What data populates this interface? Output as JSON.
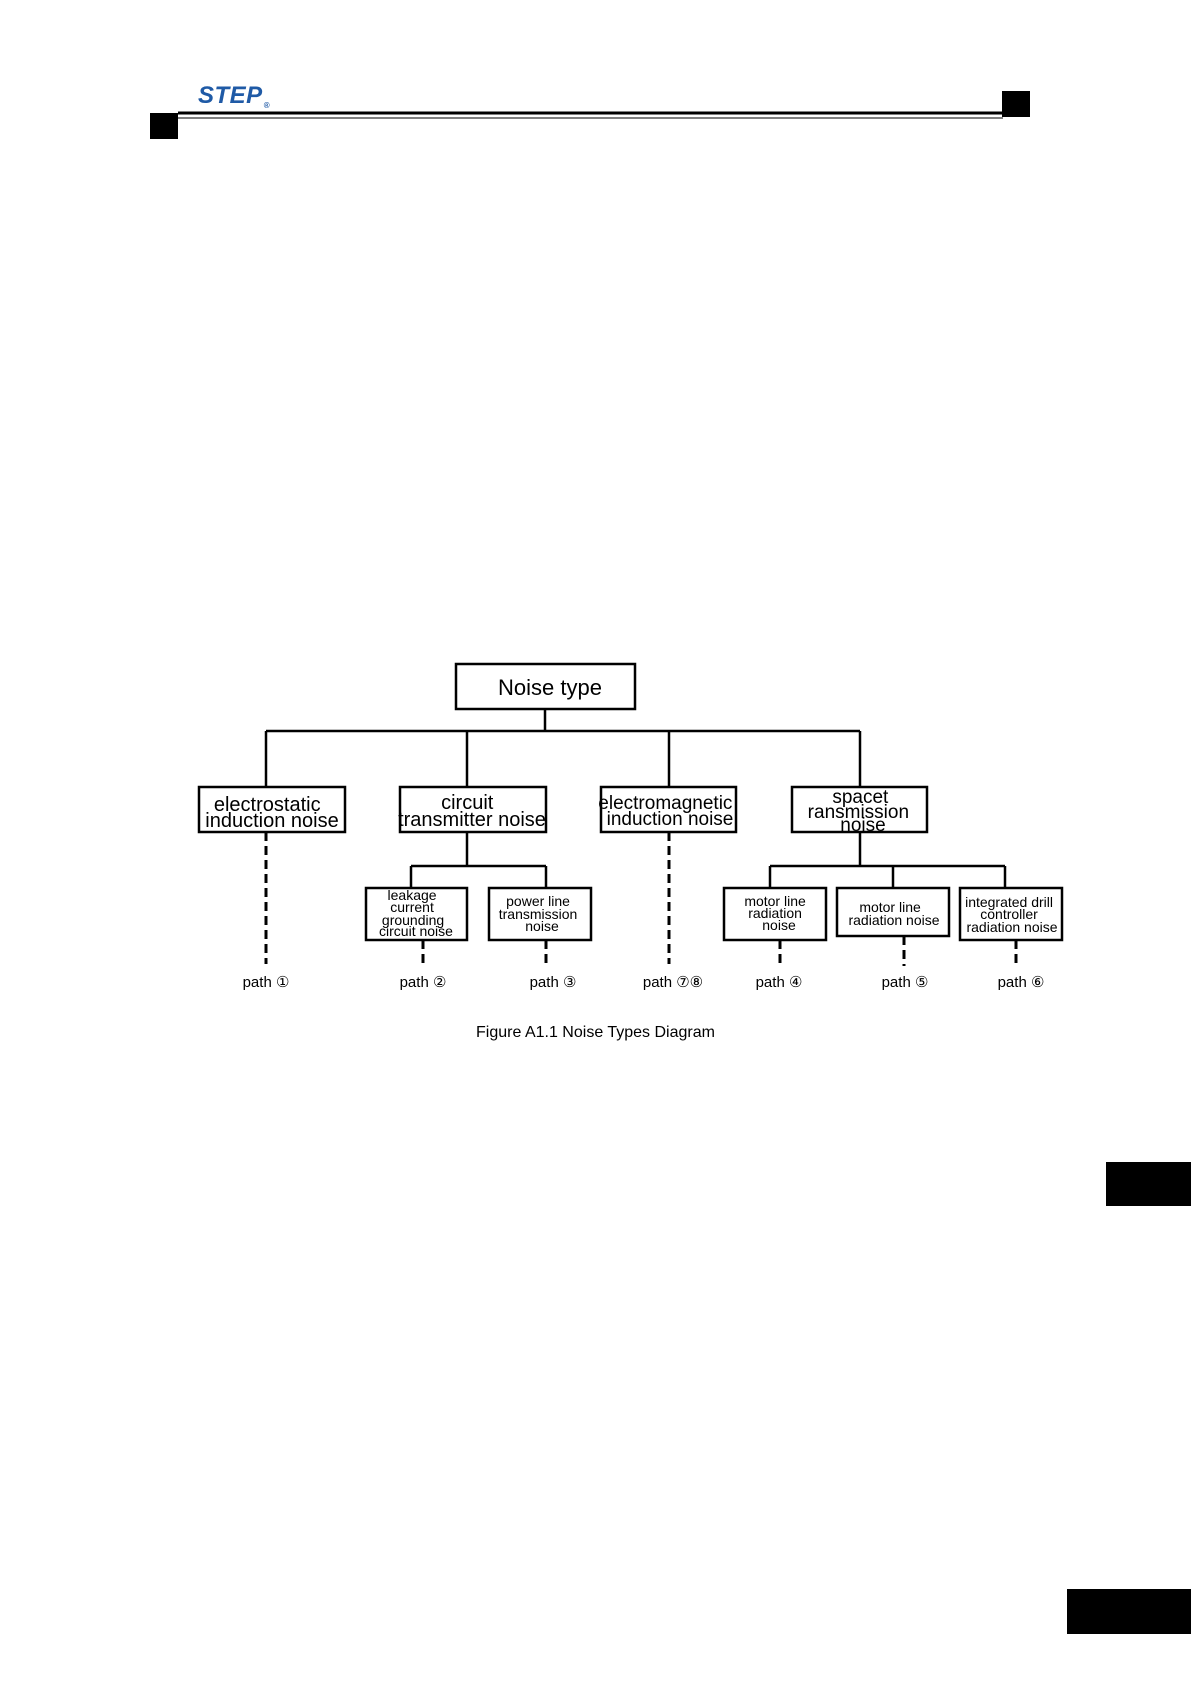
{
  "header": {
    "logo_text": "STEP",
    "logo_mark": "®",
    "brand_color": "#1f5aa6"
  },
  "diagram": {
    "root": "Noise type",
    "categories": [
      {
        "lines": [
          "electrostatic",
          "induction noise"
        ]
      },
      {
        "lines": [
          "circuit",
          "transmitter noise"
        ]
      },
      {
        "lines": [
          "electromagnetic",
          "induction noise"
        ]
      },
      {
        "lines": [
          "spacet",
          "ransmission",
          "noise"
        ]
      }
    ],
    "subtypes": [
      {
        "lines": [
          "leakage",
          "current",
          "grounding",
          "circuit noise"
        ]
      },
      {
        "lines": [
          "power line",
          "transmission",
          "noise"
        ]
      },
      {
        "lines": [
          "motor line",
          "radiation",
          "noise"
        ]
      },
      {
        "lines": [
          "motor line",
          "radiation noise"
        ]
      },
      {
        "lines": [
          "integrated drill",
          "controller",
          "radiation noise"
        ]
      }
    ],
    "paths": [
      "path ①",
      "path ②",
      "path ③",
      "path ⑦⑧",
      "path ④",
      "path ⑤",
      "path ⑥"
    ]
  },
  "caption": "Figure A1.1 Noise Types Diagram"
}
